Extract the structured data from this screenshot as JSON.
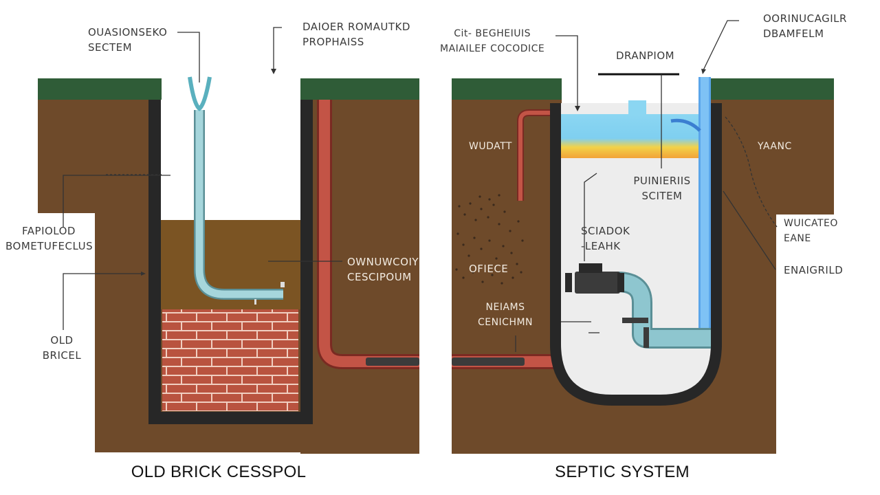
{
  "left": {
    "caption": "OLD BRICK CESSPOL",
    "labels": {
      "top_left": [
        "OUASIONSEKO",
        "SECTEM"
      ],
      "top_center": [
        "DAIOER ROMAUTKD",
        "PROPHAISS"
      ],
      "side_left": [
        "FAPIOLOD",
        "BOMETUFECLUS"
      ],
      "bottom_left": [
        "OLD",
        "BRICEL"
      ],
      "right": [
        "OWNUWCOIY",
        "CESCIPOUM"
      ]
    }
  },
  "right": {
    "caption": "SEPTIC SYSTEM",
    "labels": {
      "top_left": [
        "Cit- BEGHEIUIS",
        "MAIAILEF COCODICE"
      ],
      "top_right": [
        "OORINUCAGILR",
        "DBAMFELM"
      ],
      "drainpom": "DRANPIOM",
      "wudatt": "WUDATT",
      "yaanc": "YAANC",
      "pumps": [
        "PUINIERIIS",
        "SCITEM"
      ],
      "scadok": [
        "SCIADOK",
        "-LEAHK"
      ],
      "ofiece": "OFIECE",
      "nehams": [
        "NEIAMS",
        "CENICHMN"
      ],
      "wuicate": [
        "WUICATEO",
        "EANE"
      ],
      "enaigrild": "ENAIGRILD"
    }
  },
  "colors": {
    "soil": "#6e4a2a",
    "grass": "#2f5c37",
    "tank_wall": "#272727",
    "sludge": "#7b5423",
    "brick": "#b9533f",
    "mortar": "#f1cfc1",
    "pipe_red": "#b3483a",
    "pipe_blue": "#8ec6cf",
    "water": "#7fd0ef",
    "scum_orange": "#f2a23a",
    "tank_fill": "#ededed",
    "valve": "#3b3b3b"
  }
}
